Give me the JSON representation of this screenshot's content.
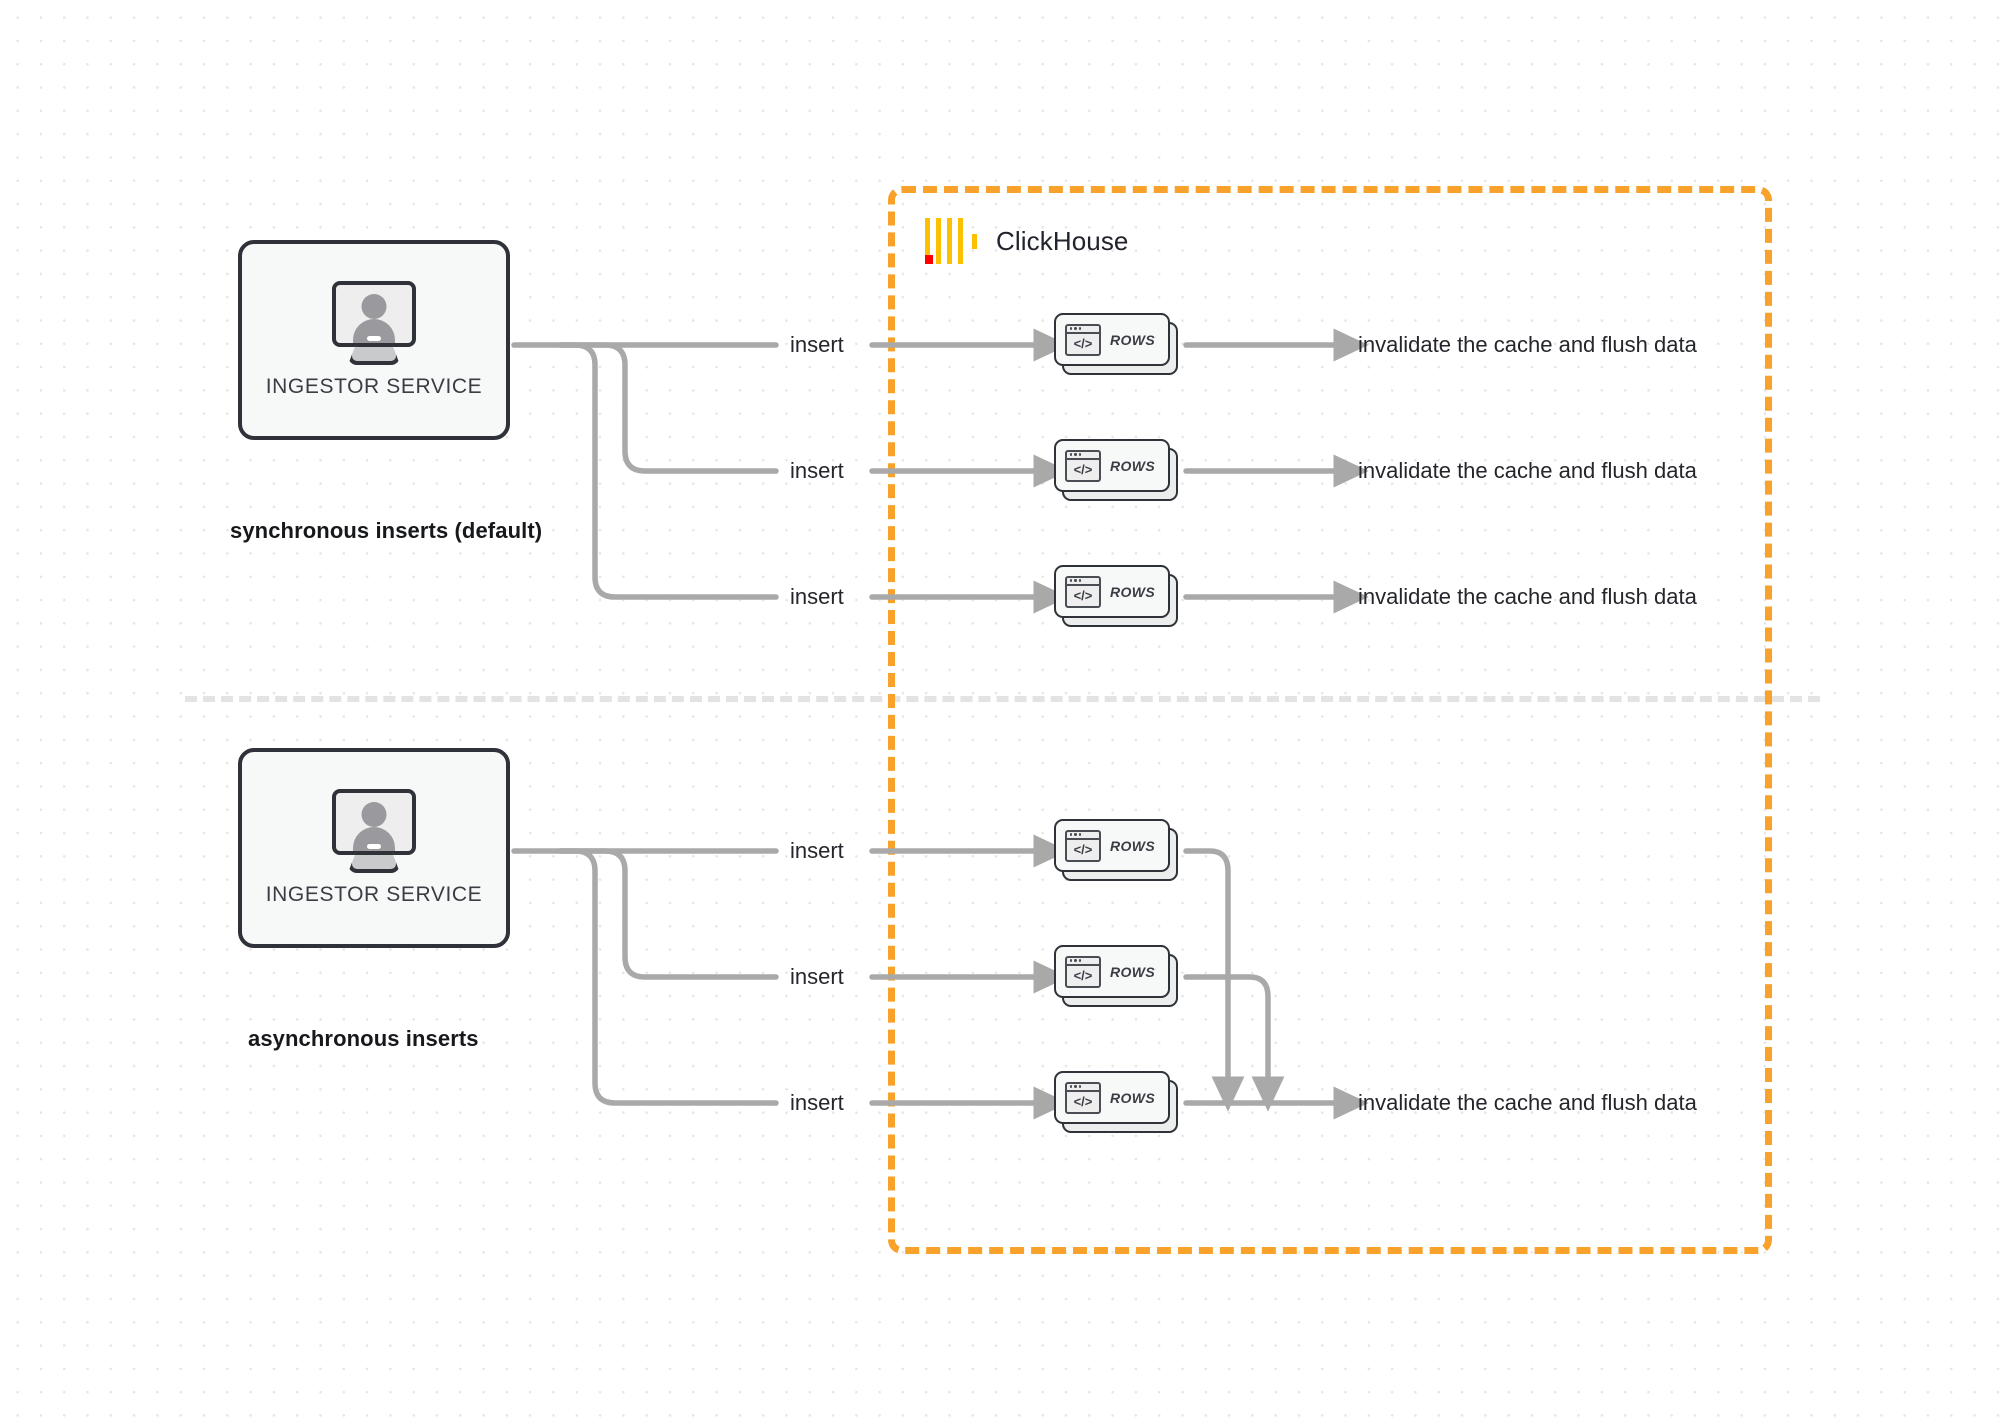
{
  "diagram": {
    "title": "ClickHouse synchronous vs asynchronous inserts",
    "colors": {
      "boundary": "#f9a22b",
      "logo_yellow": "#fcc000",
      "logo_red": "#ff0000",
      "wire": "#a9a9a9",
      "node_border": "#2f3239",
      "node_fill": "#f7f8f8",
      "separator": "#e3e3e4",
      "dot_grid": "#e6e4e4"
    }
  },
  "clickhouse": {
    "name": "ClickHouse",
    "logo_bars": 4
  },
  "sections": [
    {
      "id": "synchronous",
      "caption": "synchronous inserts (default)",
      "service": {
        "label": "INGESTOR SERVICE",
        "icon": "monitor-user-icon"
      },
      "flows": [
        {
          "insert_label": "insert",
          "node_label": "ROWS",
          "result_label": "invalidate the cache and flush data"
        },
        {
          "insert_label": "insert",
          "node_label": "ROWS",
          "result_label": "invalidate the cache and flush data"
        },
        {
          "insert_label": "insert",
          "node_label": "ROWS",
          "result_label": "invalidate the cache and flush data"
        }
      ]
    },
    {
      "id": "asynchronous",
      "caption": "asynchronous inserts",
      "service": {
        "label": "INGESTOR SERVICE",
        "icon": "monitor-user-icon"
      },
      "flows": [
        {
          "insert_label": "insert",
          "node_label": "ROWS"
        },
        {
          "insert_label": "insert",
          "node_label": "ROWS"
        },
        {
          "insert_label": "insert",
          "node_label": "ROWS"
        }
      ],
      "merged_result_label": "invalidate the cache and flush data"
    }
  ]
}
